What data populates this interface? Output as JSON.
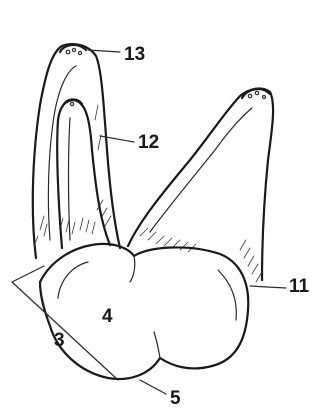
{
  "labels": {
    "l13": "13",
    "l12": "12",
    "l11": "11",
    "l4": "4",
    "l3": "3",
    "l5": "5"
  },
  "colors": {
    "ink": "#1a1a1a",
    "background": "#ffffff"
  }
}
